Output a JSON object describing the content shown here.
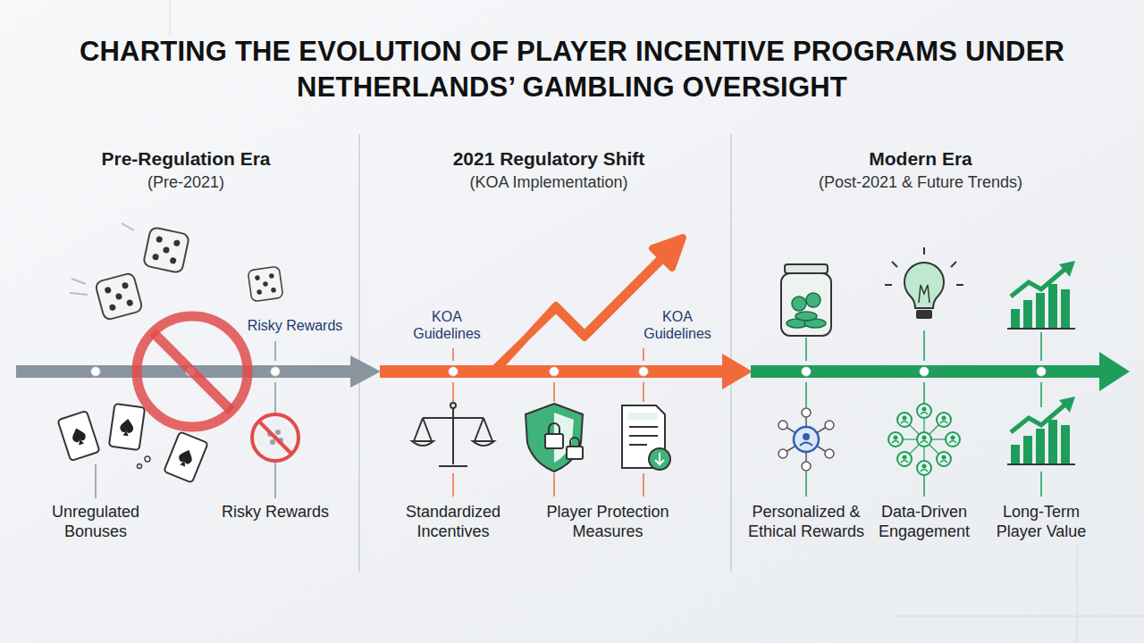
{
  "diagram": {
    "title": "CHARTING THE EVOLUTION OF PLAYER INCENTIVE PROGRAMS UNDER NETHERLANDS’ GAMBLING OVERSIGHT",
    "labels": [
      "Pre-Regulation Era",
      "(Pre-2021)",
      "2021 Regulatory Shift",
      "(KOA Implementation)",
      "Modern Era",
      "(Post-2021 & Future Trends)",
      "Risky Rewards",
      "KOA Guidelines",
      "KOA Guidelines",
      "Unregulated Bonuses",
      "Risky Rewards",
      "Standardized Incentives",
      "Player Protection Measures",
      "Personalized & Ethical Rewards",
      "Data-Driven Engagement",
      "Long-Term Player Value"
    ]
  }
}
